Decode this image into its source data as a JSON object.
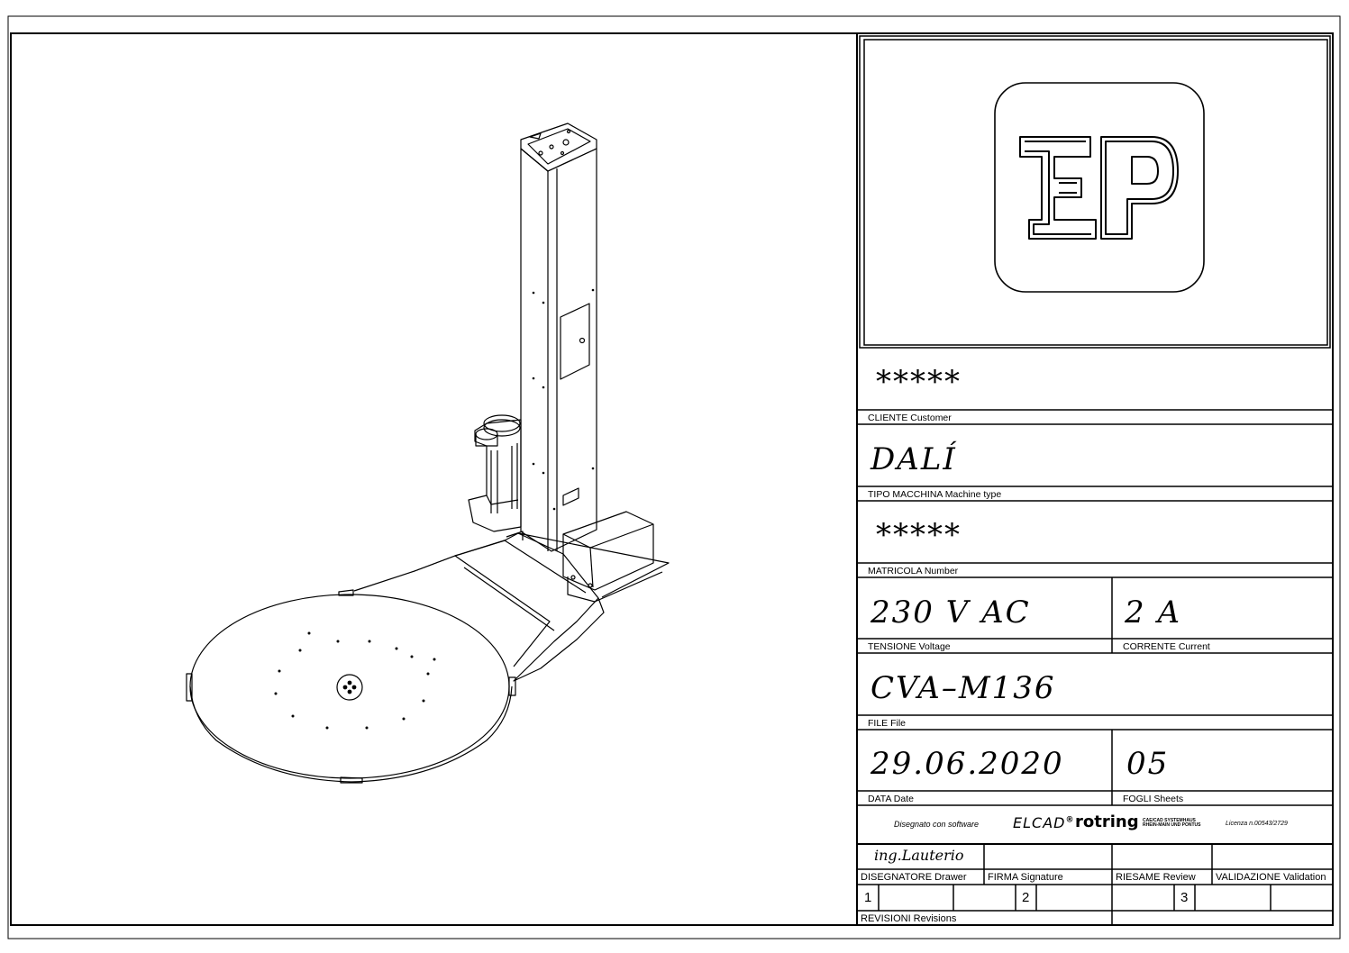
{
  "title_block": {
    "customer": {
      "value": "*****",
      "label": "CLIENTE   Customer"
    },
    "machine_type": {
      "value": "DALÍ",
      "label": "TIPO  MACCHINA    Machine  type"
    },
    "number": {
      "value": "*****",
      "label": "MATRICOLA    Number"
    },
    "voltage": {
      "value": "230  V  AC",
      "label": "TENSIONE    Voltage"
    },
    "current": {
      "value": "2  A",
      "label": "CORRENTE    Current"
    },
    "file": {
      "value": "CVA–M136",
      "label": "FILE  File"
    },
    "date": {
      "value": "29.06.2020",
      "label": "DATA    Date"
    },
    "sheets": {
      "value": "05",
      "label": "FOGLI    Sheets"
    }
  },
  "software_strip": {
    "designed_with": "Disegnato con software",
    "elcad": "ELCAD",
    "rotring": "rotring",
    "tagline_1": "CAE/CAD SYSTEMHAUS",
    "tagline_2": "RHEIN-MAIN UND PONTUS",
    "licence": "Licenza n.00543/2729"
  },
  "signatures": {
    "drawer_name": "ing.Lauterio",
    "drawer_label": "DISEGNATORE  Drawer",
    "signature_label": "FIRMA  Signature",
    "review_label": "RIESAME  Review",
    "validation_label": "VALIDAZIONE  Validation"
  },
  "revisions": {
    "label": "REVISIONI  Revisions",
    "numbers": [
      "1",
      "2",
      "3"
    ]
  },
  "logo": {
    "text": "EP"
  }
}
